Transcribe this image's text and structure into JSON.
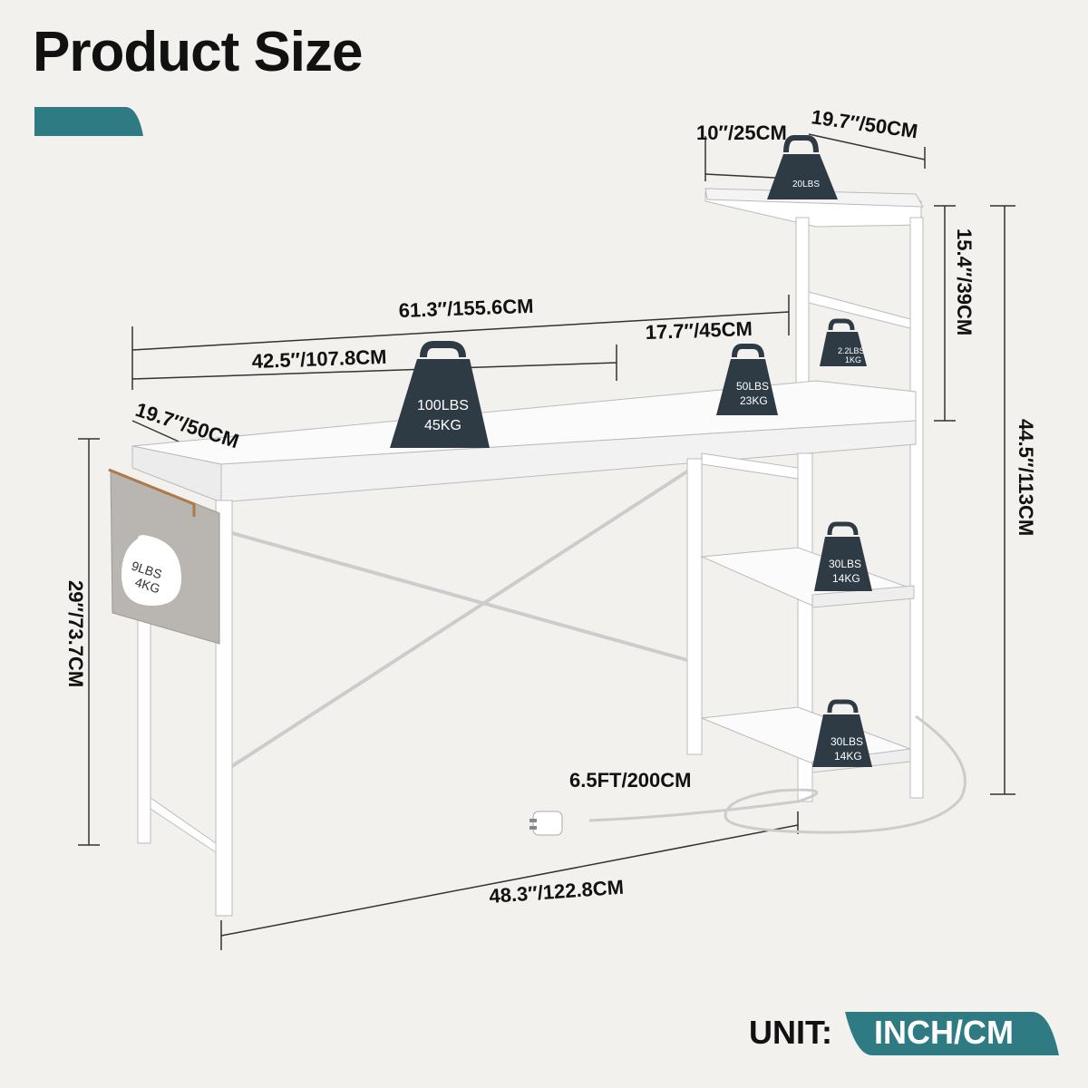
{
  "title": "Product Size",
  "colors": {
    "accent": "#2f7b84",
    "background": "#f3f1ee",
    "weight": "#2e3a44",
    "bag": "#b9b6b2",
    "frame": "#ffffff"
  },
  "dimensions": {
    "shelf_depth": "10″/25CM",
    "shelf_width": "19.7″/50CM",
    "shelf_height": "15.4″/39CM",
    "total_width": "61.3″/155.6CM",
    "side_unit_width": "17.7″/45CM",
    "desk_width": "42.5″/107.8CM",
    "desk_depth": "19.7″/50CM",
    "desk_height": "29″/73.7CM",
    "total_height": "44.5″/113CM",
    "cord_length": "6.5FT/200CM",
    "leg_span": "48.3″/122.8CM"
  },
  "weights": {
    "top_shelf": "20LBS",
    "hook_lbs": "2.2LBS",
    "hook_kg": "1KG",
    "desk_lbs": "100LBS",
    "desk_kg": "45KG",
    "side_lbs": "50LBS",
    "side_kg": "23KG",
    "bag_lbs": "9LBS",
    "bag_kg": "4KG",
    "mid_shelf_lbs": "30LBS",
    "mid_shelf_kg": "14KG",
    "low_shelf_lbs": "30LBS",
    "low_shelf_kg": "14KG"
  },
  "unit": {
    "label": "UNIT:",
    "value": "INCH/CM"
  }
}
